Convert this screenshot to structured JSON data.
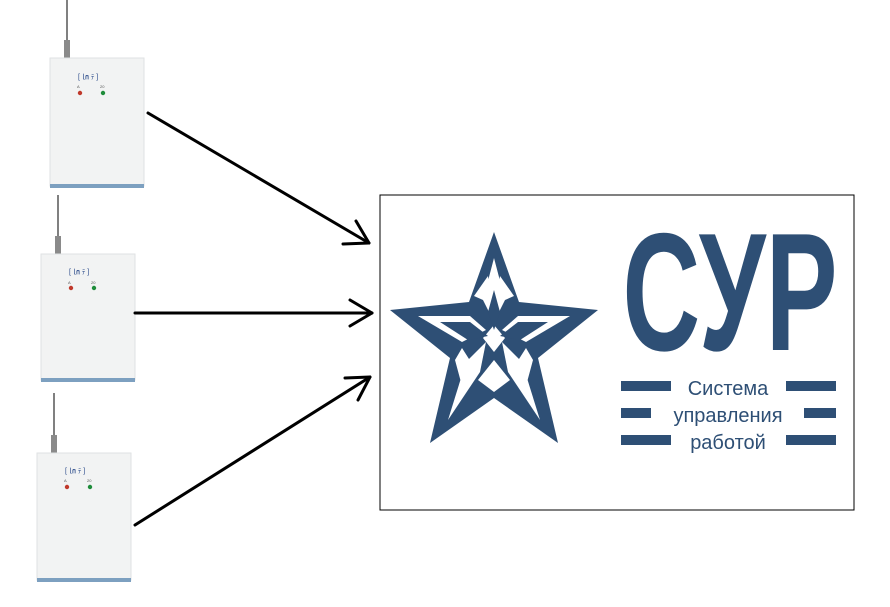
{
  "devices": [
    {
      "brand_label": "[ ㏐ ﾃ ]",
      "led_left": "A",
      "led_right": "20",
      "led_colors": [
        "#c0392b",
        "#1e8c3a"
      ]
    },
    {
      "brand_label": "[ ㏐ ﾃ ]",
      "led_left": "A",
      "led_right": "20",
      "led_colors": [
        "#c0392b",
        "#1e8c3a"
      ]
    },
    {
      "brand_label": "[ ㏐ ﾃ ]",
      "led_left": "A",
      "led_right": "20",
      "led_colors": [
        "#c0392b",
        "#1e8c3a"
      ]
    }
  ],
  "logo": {
    "title": "СУР",
    "line1": "Система",
    "line2": "управления",
    "line3": "работой",
    "color": "#2e4f75",
    "icon": "star-icon"
  },
  "colors": {
    "arrow": "#000000",
    "device_body": "#f2f3f3",
    "device_base": "#7da0c0",
    "logo_border": "#000000"
  }
}
